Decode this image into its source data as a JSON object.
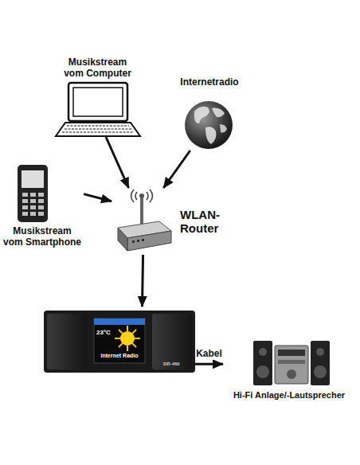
{
  "diagram": {
    "nodes": [
      {
        "text": [
          "Musikstream vom Computer"
        ]
      },
      {
        "text": [
          "Internetradio"
        ]
      },
      {
        "text": [
          "Musikstream vom Smartphone"
        ]
      },
      {
        "text": [
          "WLAN-Router"
        ]
      },
      {
        "text": [
          "23°C",
          "Internet Radio",
          "DR-460"
        ]
      },
      {
        "text": [
          "Hi-Fi Anlage/-Lautsprecher"
        ]
      }
    ],
    "edges": [
      {
        "from": 0,
        "to": 3,
        "arrow": "to"
      },
      {
        "from": 1,
        "to": 3,
        "arrow": "to"
      },
      {
        "from": 2,
        "to": 3,
        "arrow": "to"
      },
      {
        "from": 3,
        "to": 4,
        "arrow": "to"
      },
      {
        "from": 4,
        "to": 5,
        "label": "Kabel",
        "arrow": "to"
      }
    ]
  }
}
